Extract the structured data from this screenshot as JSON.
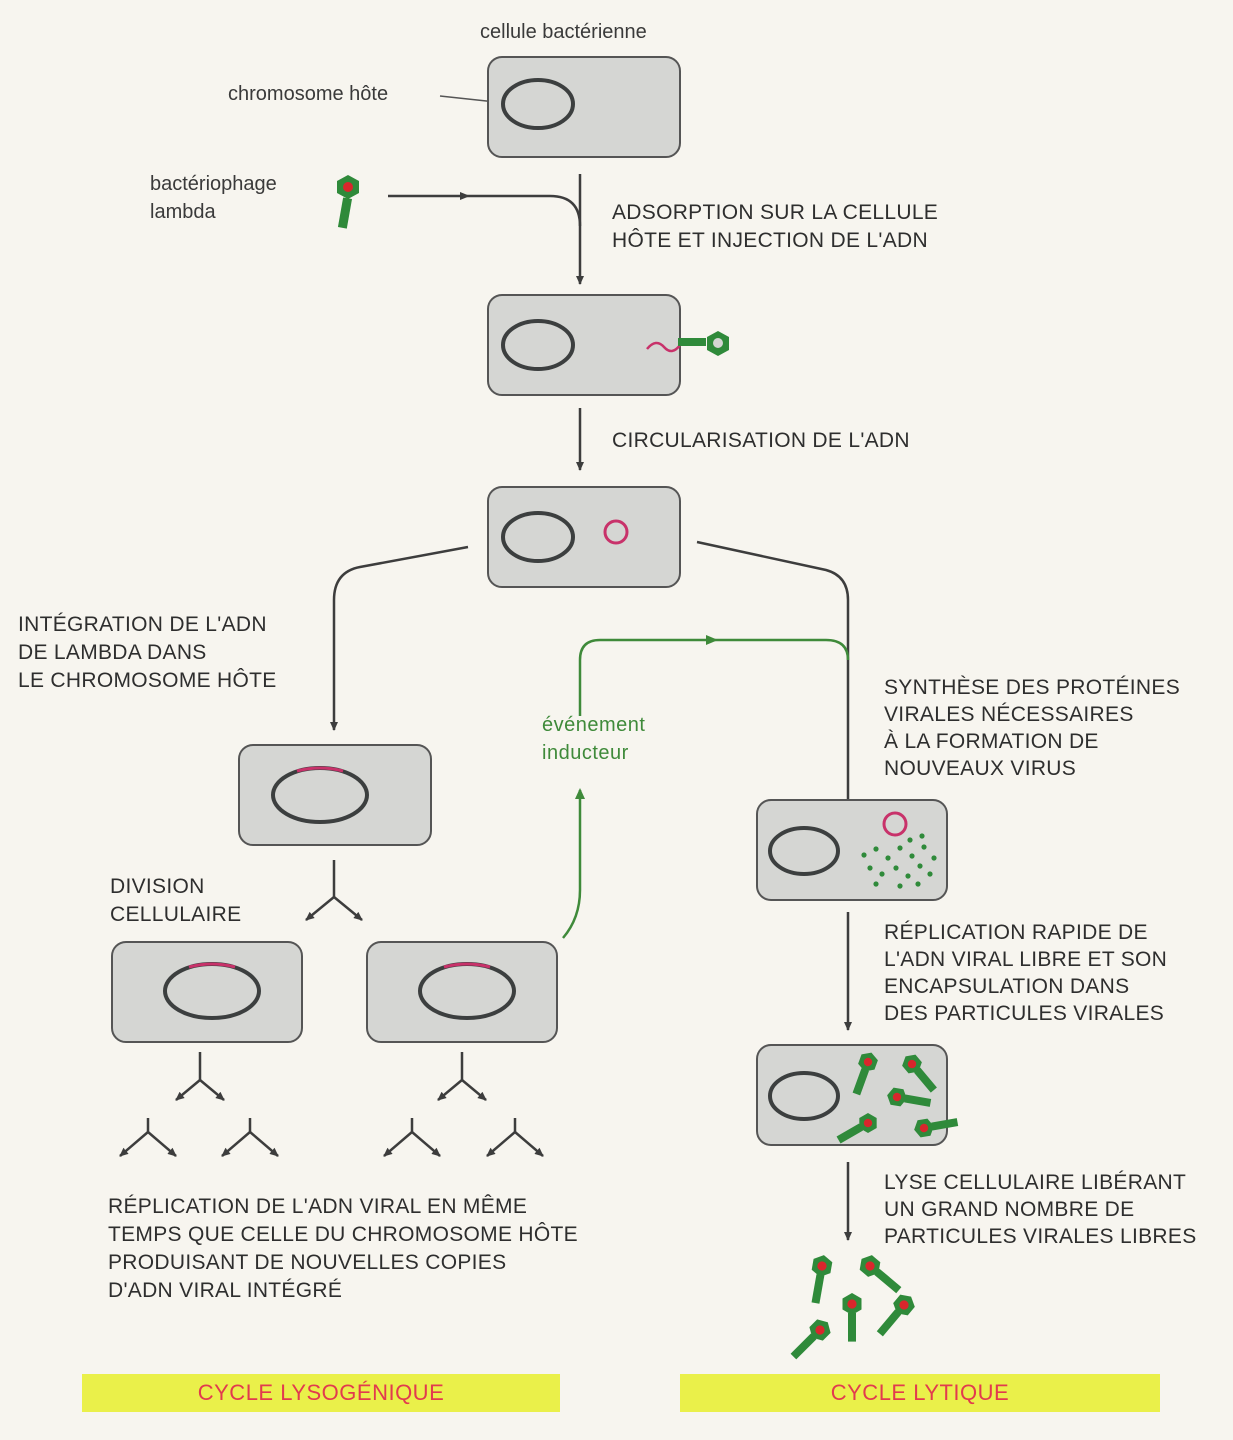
{
  "labels": {
    "bacterial_cell": "cellule bactérienne",
    "host_chromosome": "chromosome hôte",
    "phage_line1": "bactériophage",
    "phage_line2": "lambda",
    "adsorption_line1": "ADSORPTION SUR LA CELLULE",
    "adsorption_line2": "HÔTE ET INJECTION DE L'ADN",
    "circularisation": "CIRCULARISATION DE L'ADN",
    "integration_line1": "INTÉGRATION DE L'ADN",
    "integration_line2": "DE LAMBDA DANS",
    "integration_line3": "LE CHROMOSOME HÔTE",
    "inducer_line1": "événement",
    "inducer_line2": "inducteur",
    "synthesis_line1": "SYNTHÈSE DES PROTÉINES",
    "synthesis_line2": "VIRALES NÉCESSAIRES",
    "synthesis_line3": "À LA FORMATION DE",
    "synthesis_line4": "NOUVEAUX VIRUS",
    "division_line1": "DIVISION",
    "division_line2": "CELLULAIRE",
    "rapid_line1": "RÉPLICATION RAPIDE DE",
    "rapid_line2": "L'ADN VIRAL LIBRE ET SON",
    "rapid_line3": "ENCAPSULATION DANS",
    "rapid_line4": "DES PARTICULES VIRALES",
    "lysis_line1": "LYSE CELLULAIRE LIBÉRANT",
    "lysis_line2": "UN GRAND NOMBRE DE",
    "lysis_line3": "PARTICULES VIRALES LIBRES",
    "replication_line1": "RÉPLICATION DE L'ADN VIRAL EN MÊME",
    "replication_line2": "TEMPS QUE CELLE DU CHROMOSOME HÔTE",
    "replication_line3": "PRODUISANT DE NOUVELLES COPIES",
    "replication_line4": "D'ADN VIRAL INTÉGRÉ"
  },
  "cycles": {
    "lysogenic": "CYCLE LYSOGÉNIQUE",
    "lytic": "CYCLE LYTIQUE"
  },
  "colors": {
    "viral_dna": "#c8326a",
    "phage_green": "#2f8a3a",
    "phage_core": "#d9262c",
    "cycle_band": "#eaf04a",
    "cycle_text": "#e23a4e"
  }
}
